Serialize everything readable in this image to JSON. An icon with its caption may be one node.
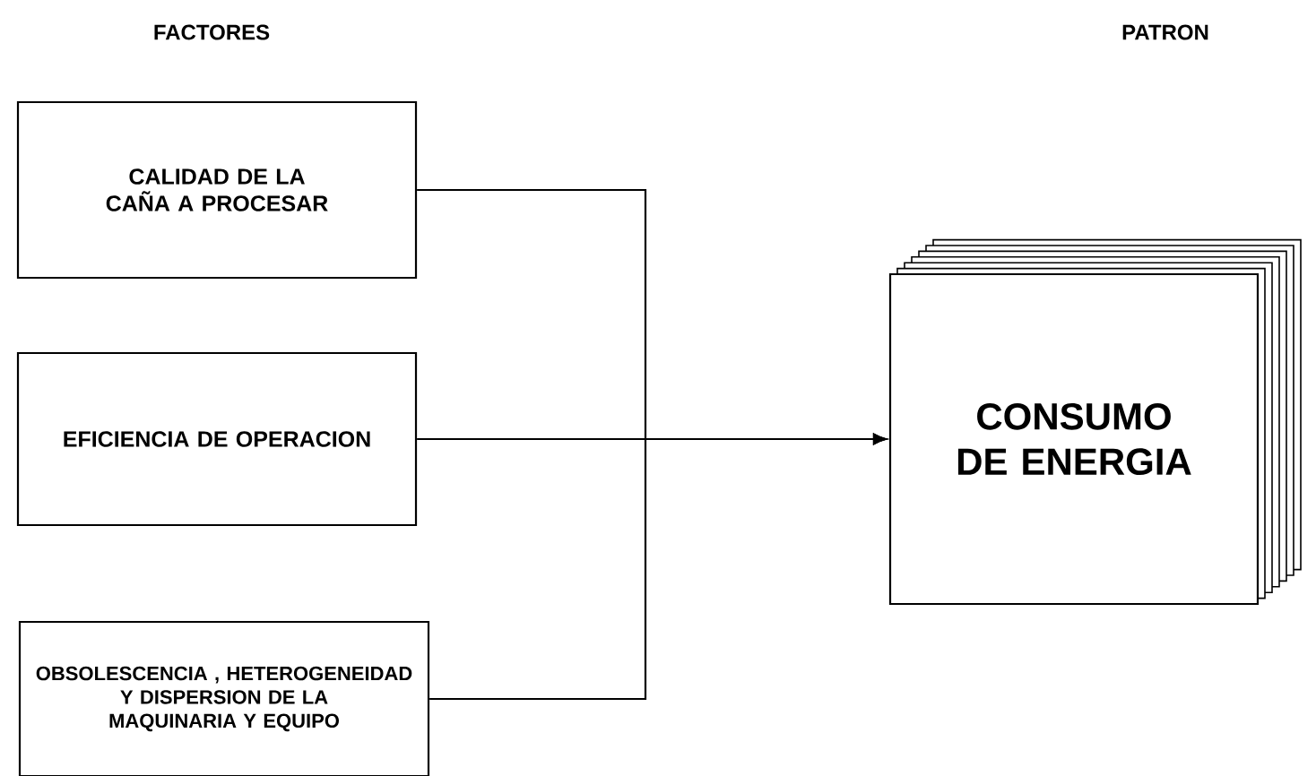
{
  "diagram": {
    "nodes": [
      {
        "text": [
          "CALIDAD DE LA CAÑA A PROCESAR"
        ]
      },
      {
        "text": [
          "EFICIENCIA DE OPERACION"
        ]
      },
      {
        "text": [
          "OBSOLESCENCIA , HETEROGENEIDAD Y DISPERSION DE LA MAQUINARIA Y EQUIPO"
        ]
      },
      {
        "text": [
          "CONSUMO DE ENERGIA"
        ]
      }
    ],
    "edges": [
      {
        "from": 0,
        "to": 3,
        "arrow": "to"
      },
      {
        "from": 1,
        "to": 3,
        "arrow": "to"
      },
      {
        "from": 2,
        "to": 3,
        "arrow": "to"
      }
    ],
    "labels": [
      "FACTORES",
      "PATRON"
    ]
  }
}
